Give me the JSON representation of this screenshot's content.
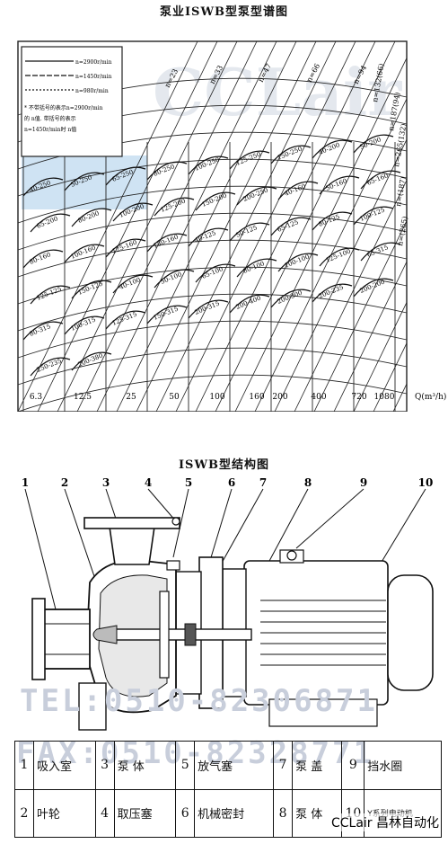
{
  "titles": {
    "spectrum": "泵业ISWB型泵型谱图",
    "structure": "ISWB型结构图"
  },
  "legend": {
    "lines": [
      "n=2900r/min",
      "n=1450r/min",
      "n=980r/min"
    ],
    "note_lines": [
      "* 不带括号的表示n=2900r/min",
      "的 n值. 带括号的表示",
      "n=1450r/min时 n值"
    ]
  },
  "n_labels": [
    "n=23",
    "n=33",
    "n=47",
    "n=66",
    "n=94",
    "n=132(66)",
    "n=187(94)",
    "n=265(132)",
    "n=(187)",
    "n=(265)"
  ],
  "model_labels": [
    "40-250",
    "50-250",
    "65-250",
    "80-250",
    "100-250",
    "125-250",
    "150-250",
    "40-200",
    "50-200",
    "65-200",
    "80-200",
    "100-200",
    "125-200",
    "150-200",
    "200-250",
    "40-160",
    "50-160",
    "65-160",
    "80-160",
    "100-160",
    "125-160",
    "150-160",
    "40-125",
    "50-125",
    "65-125",
    "80-125",
    "100-125",
    "125-125",
    "150-125",
    "40-100",
    "50-100",
    "65-100",
    "80-100",
    "100-100",
    "125-100",
    "65-315",
    "80-315",
    "100-315",
    "125-315",
    "150-315",
    "200-315",
    "200-400",
    "200-300",
    "200-235",
    "200-200",
    "250-235",
    "200-380"
  ],
  "x_ticks": [
    "6.3",
    "12.5",
    "25",
    "50",
    "100",
    "160",
    "200",
    "400",
    "720",
    "1080"
  ],
  "x_axis_label": "Q(m³/h)",
  "watermark": {
    "tel": "TEL:0510-82306871",
    "fax": "FAX:0510-82328771",
    "cclair": "CCLair"
  },
  "callouts": [
    "1",
    "2",
    "3",
    "4",
    "5",
    "6",
    "7",
    "8",
    "9",
    "10"
  ],
  "parts": [
    {
      "num": "1",
      "name": "吸入室"
    },
    {
      "num": "2",
      "name": "叶轮"
    },
    {
      "num": "3",
      "name": "泵  体"
    },
    {
      "num": "4",
      "name": "取压塞"
    },
    {
      "num": "5",
      "name": "放气塞"
    },
    {
      "num": "6",
      "name": "机械密封"
    },
    {
      "num": "7",
      "name": "泵  盖"
    },
    {
      "num": "8",
      "name": "泵  体"
    },
    {
      "num": "9",
      "name": "挡水圈"
    },
    {
      "num": "10",
      "name": "Y系列电动机"
    }
  ],
  "brand": "CCLair 昌林自动化"
}
